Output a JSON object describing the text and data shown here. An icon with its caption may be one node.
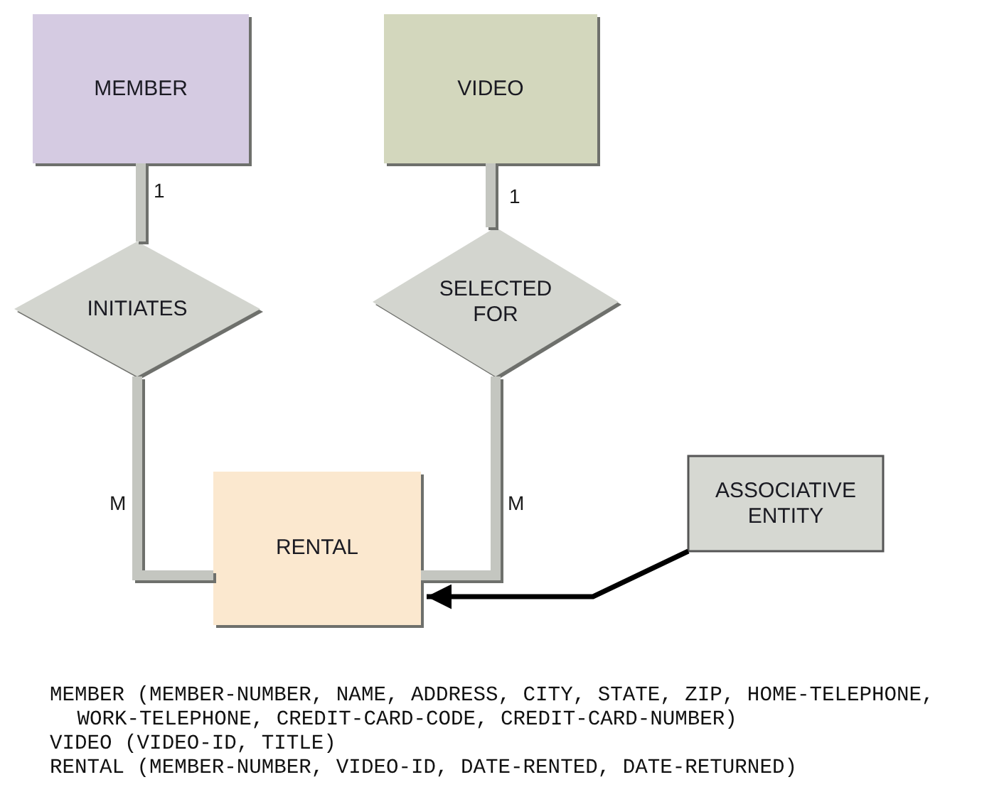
{
  "diagram": {
    "nodes": [
      {
        "text": [
          "MEMBER"
        ]
      },
      {
        "text": [
          "VIDEO"
        ]
      },
      {
        "text": [
          "INITIATES"
        ]
      },
      {
        "text": [
          "SELECTED FOR"
        ]
      },
      {
        "text": [
          "RENTAL"
        ]
      },
      {
        "text": [
          "ASSOCIATIVE ENTITY"
        ]
      }
    ],
    "edges": [
      {
        "from": 0,
        "to": 2,
        "arrow": "none",
        "label": "1"
      },
      {
        "from": 2,
        "to": 4,
        "arrow": "none",
        "label": "M"
      },
      {
        "from": 1,
        "to": 3,
        "arrow": "none",
        "label": "1"
      },
      {
        "from": 3,
        "to": 4,
        "arrow": "none",
        "label": "M"
      },
      {
        "from": 5,
        "to": 4,
        "arrow": "to",
        "color": "#000000"
      }
    ],
    "labels": [
      "MEMBER (MEMBER-NUMBER, NAME, ADDRESS, CITY, STATE, ZIP, HOME-TELEPHONE, WORK-TELEPHONE, CREDIT-CARD-CODE, CREDIT-CARD-NUMBER)",
      "VIDEO (VIDEO-ID, TITLE)",
      "RENTAL (MEMBER-NUMBER, VIDEO-ID, DATE-RENTED, DATE-RETURNED)"
    ]
  }
}
